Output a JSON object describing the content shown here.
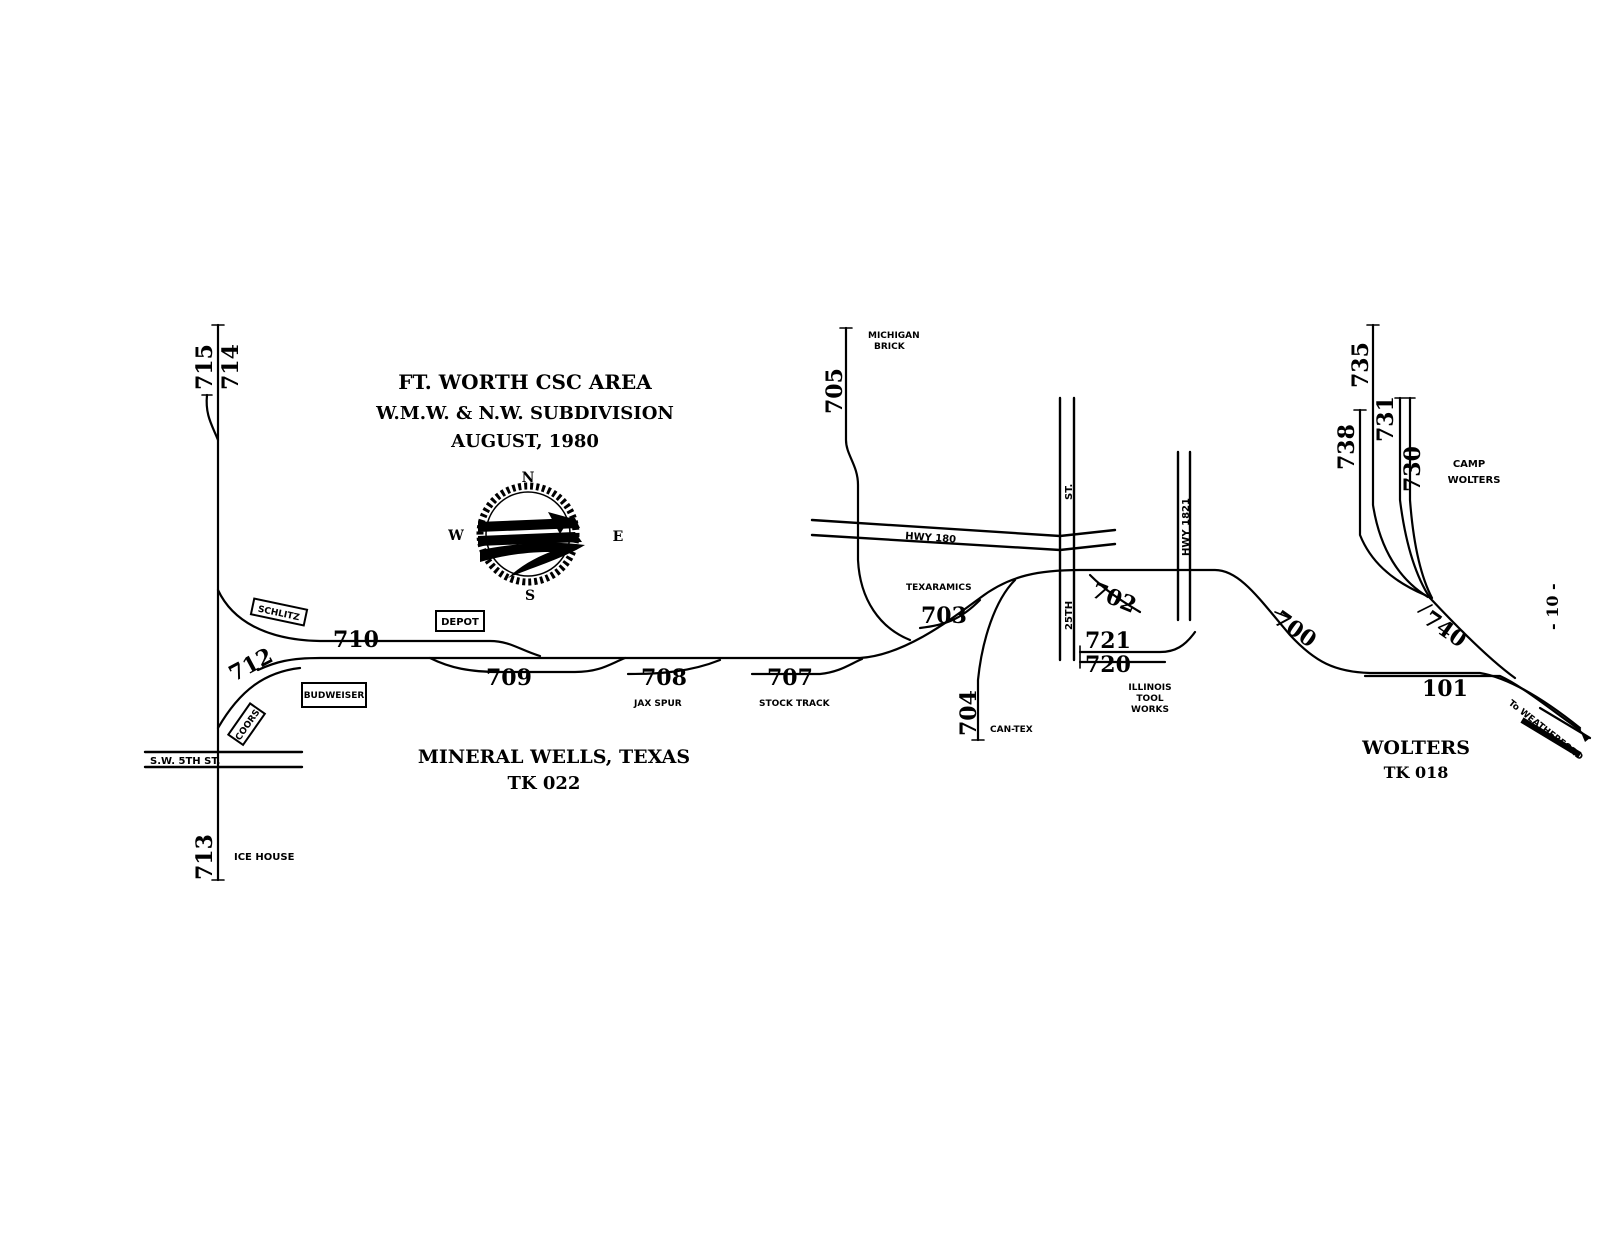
{
  "title": {
    "line1": "FT. WORTH   CSC AREA",
    "line2": "W.M.W. & N.W. SUBDIVISION",
    "line3": "AUGUST, 1980"
  },
  "compass": {
    "n": "N",
    "s": "S",
    "e": "E",
    "w": "W"
  },
  "stations": {
    "mineral_wells": {
      "name": "MINERAL WELLS, TEXAS",
      "code": "TK 022"
    },
    "wolters": {
      "name": "WOLTERS",
      "code": "TK 018"
    }
  },
  "tracks": {
    "t715": "715",
    "t714": "714",
    "t713": "713",
    "t712": "712",
    "t710": "710",
    "t709": "709",
    "t708": "708",
    "t707": "707",
    "t705": "705",
    "t704": "704",
    "t703": "703",
    "t702": "702",
    "t721": "721",
    "t720": "720",
    "t700": "700",
    "t740": "740",
    "t101": "101",
    "t738": "738",
    "t735": "735",
    "t731": "731",
    "t730": "730"
  },
  "industries": {
    "schlitz": "SCHLITZ",
    "depot": "DEPOT",
    "budweiser": "BUDWEISER",
    "coors": "COORS",
    "ice_house": "ICE HOUSE",
    "jax_spur": "JAX SPUR",
    "stock_track": "STOCK TRACK",
    "michigan_brick_1": "MICHIGAN",
    "michigan_brick_2": "BRICK",
    "texaramics": "TEXARAMICS",
    "can_tex": "CAN-TEX",
    "illinois_1": "ILLINOIS",
    "illinois_2": "TOOL",
    "illinois_3": "WORKS",
    "camp_wolters_1": "CAMP",
    "camp_wolters_2": "WOLTERS"
  },
  "roads": {
    "sw5th": "S.W. 5TH   ST.",
    "hwy180": "HWY 180",
    "st25th_upper": "ST.",
    "st25th_lower": "25TH",
    "hwy1821": "HWY 1821"
  },
  "direction": "To WEATHERFORD",
  "page_number": "- 10 -"
}
